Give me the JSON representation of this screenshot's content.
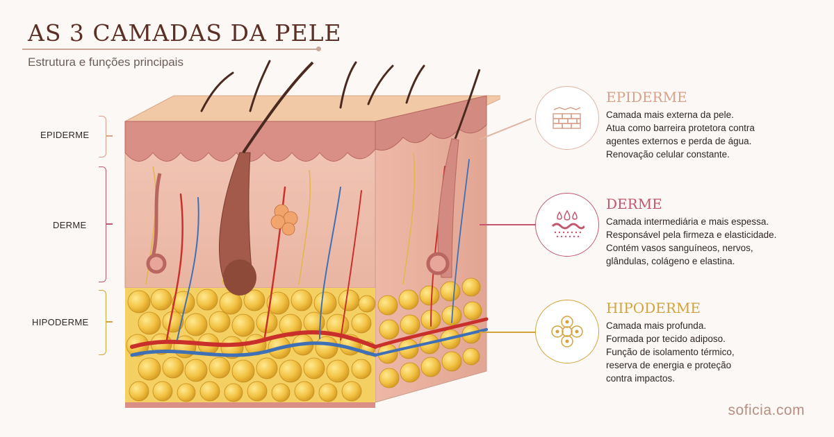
{
  "header": {
    "title": "AS 3 CAMADAS DA PELE",
    "subtitle": "Estrutura e funções principais"
  },
  "labels": {
    "epiderme": "EPIDERME",
    "derme": "DERME",
    "hipoderme": "HIPODERME"
  },
  "cards": [
    {
      "title": "EPIDERME",
      "icon": "brick-barrier-icon",
      "color": "#d9a08a",
      "text": "Camada mais externa da pele.\nAtua como barreira protetora contra\nagentes externos e perda de água.\nRenovação celular constante."
    },
    {
      "title": "DERME",
      "icon": "water-drops-icon",
      "color": "#c2566d",
      "text": "Camada intermediária e mais espessa.\nResponsável pela firmeza e elasticidade.\nContém vasos sanguíneos, nervos,\nglândulas, colágeno e elastina."
    },
    {
      "title": "HIPODERME",
      "icon": "fat-cells-icon",
      "color": "#d4a23a",
      "text": "Camada mais profunda.\nFormada por tecido adiposo.\nFunção de isolamento térmico,\nreserva de energia e proteção\ncontra impactos."
    }
  ],
  "brand": "soficia.com"
}
